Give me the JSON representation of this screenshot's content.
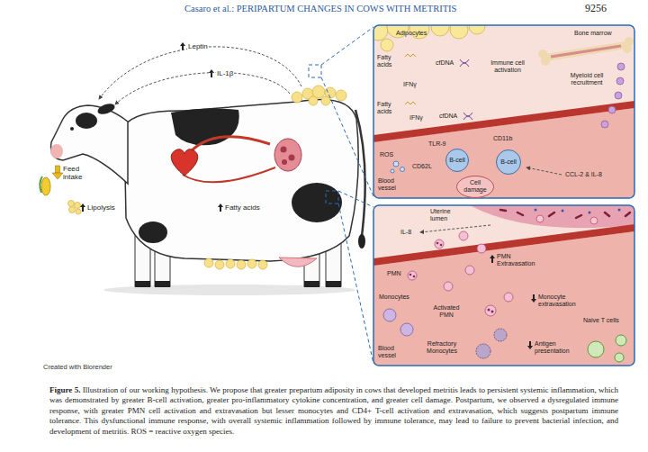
{
  "diagram": {
    "caption": "Figure 5. Illustration of our working hypothesis. We propose that greater prepartum adiposity in cows that developed metritis leads to persistent systemic inflammation, which was demonstrated by greater B-cell activation, greater pro-inflammatory cytokine concentration, and greater cell damage. Postpartum, we observed a dysregulated immune response, with greater PMN cell activation and extravasation but lesser monocytes and CD4+ T-cell activation and extravasation, which suggests postpartum immune tolerance. This dysfunctional immune response, with overall systemic inflammation followed by immune tolerance, may lead to failure to prevent bacterial infection, and development of metritis. ROS = reactive oxygen species.",
    "nodes": [
      {
        "text": [
          "B-cell"
        ]
      },
      {
        "text": [
          "B-cell"
        ]
      },
      {
        "text": [
          "Cell damage"
        ]
      }
    ],
    "labels": [
      "Casaro et al.: PERIPARTUM CHANGES IN COWS WITH METRITIS",
      "9256",
      "Leptin",
      "IL-1β",
      "Feed intake",
      "Lipolysis",
      "Fatty acids",
      "Adipocytes",
      "Bone marrow",
      "Fatty acids",
      "cfDNA",
      "IFNγ",
      "Immune cell activation",
      "Fatty acids",
      "IFNγ",
      "cfDNA",
      "Myeloid cell recruitment",
      "TLR-9",
      "CD11b",
      "ROS",
      "CD62L",
      "Blood vessel",
      "CCL-2 & IL-8",
      "Uterine lumen",
      "IL-8",
      "PMN",
      "PMN Extravasation",
      "Monocytes",
      "Activated PMN",
      "Monocyte extravasation",
      "Naive T cells",
      "Refractory Monocytes",
      "Antigen presentation",
      "Blood vessel",
      "Created with Biorender"
    ]
  }
}
